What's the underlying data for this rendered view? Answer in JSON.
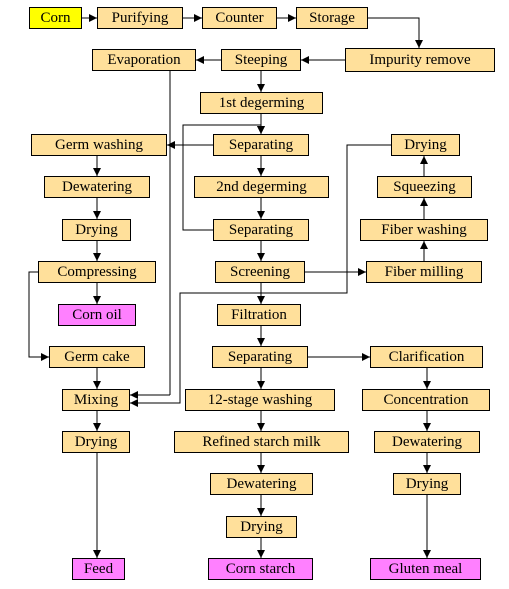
{
  "colors": {
    "start": "#ffff00",
    "step": "#ffe09b",
    "product": "#ff80ff"
  },
  "nodes": {
    "corn": "Corn",
    "purifying": "Purifying",
    "counter": "Counter",
    "storage": "Storage",
    "impurity_remove": "Impurity remove",
    "steeping": "Steeping",
    "evaporation": "Evaporation",
    "first_degerming": "1st degerming",
    "separating_1": "Separating",
    "germ_washing": "Germ washing",
    "dewatering_germ": "Dewatering",
    "drying_germ": "Drying",
    "compressing": "Compressing",
    "corn_oil": "Corn oil",
    "germ_cake": "Germ cake",
    "mixing": "Mixing",
    "drying_feed": "Drying",
    "feed": "Feed",
    "second_degerming": "2nd degerming",
    "separating_2": "Separating",
    "screening": "Screening",
    "filtration": "Filtration",
    "separating_3": "Separating",
    "washing_12_stage": "12-stage washing",
    "refined_starch_milk": "Refined starch milk",
    "dewatering_starch": "Dewatering",
    "drying_starch": "Drying",
    "corn_starch": "Corn starch",
    "drying_fiber": "Drying",
    "squeezing": "Squeezing",
    "fiber_washing": "Fiber washing",
    "fiber_milling": "Fiber milling",
    "clarification": "Clarification",
    "concentration": "Concentration",
    "dewatering_gluten": "Dewatering",
    "drying_gluten": "Drying",
    "gluten_meal": "Gluten meal"
  }
}
